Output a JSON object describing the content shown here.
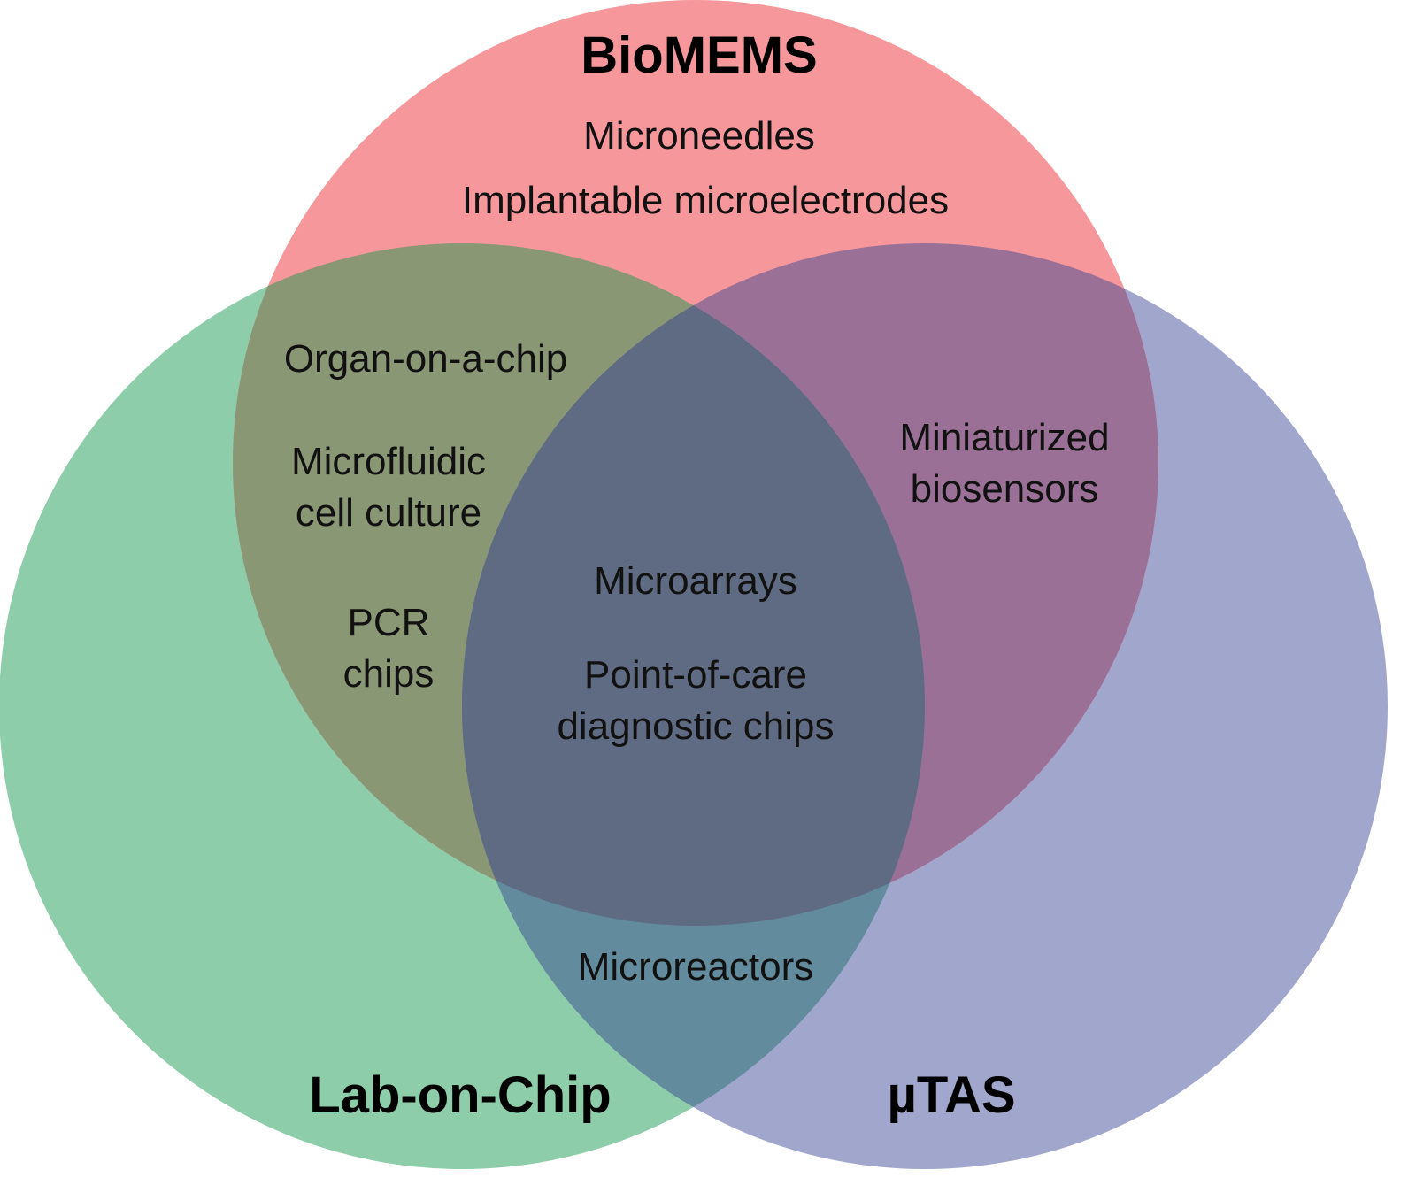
{
  "sets": {
    "biomems": {
      "title": "BioMEMS",
      "color": "#F6989B"
    },
    "lab_on_chip": {
      "title": "Lab-on-Chip",
      "color": "#8DCDA9"
    },
    "utas": {
      "title": "µTAS",
      "color": "#A1A6CC"
    }
  },
  "overlap_colors": {
    "biomems_lab": "#8A9775",
    "biomems_utas": "#9B7097",
    "lab_utas": "#628B9D",
    "all": "#5E6B82"
  },
  "regions": {
    "biomems_only": [
      "Microneedles",
      "Implantable microelectrodes"
    ],
    "biomems_lab": [
      "Organ-on-a-chip",
      "Microfluidic",
      "cell culture",
      "PCR",
      "chips"
    ],
    "biomems_utas": [
      "Miniaturized",
      "biosensors"
    ],
    "all": [
      "Microarrays",
      "Point-of-care",
      "diagnostic chips"
    ],
    "lab_utas": [
      "Microreactors"
    ]
  }
}
